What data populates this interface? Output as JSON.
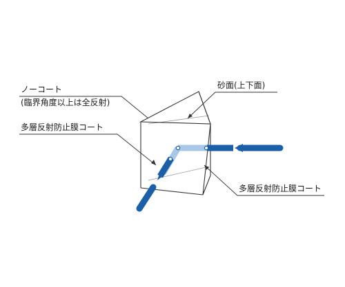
{
  "labels": {
    "no_coat_line1": "ノーコート",
    "no_coat_line2": "(臨界角度以上は全反射)",
    "ar_coat_left": "多層反射防止膜コート",
    "ground_surface": "砂面(上下面)",
    "ar_coat_right": "多層反射防止膜コート"
  },
  "colors": {
    "beam": "#1b5fa8",
    "beam_inside": "#a9c8e8",
    "edge": "#333333",
    "hidden_edge": "#9a9a9a"
  }
}
